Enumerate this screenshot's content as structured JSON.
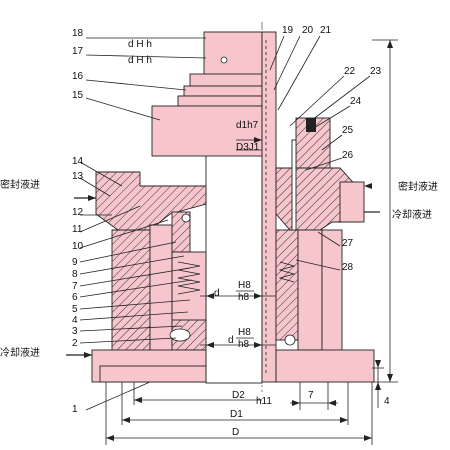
{
  "part_numbers": [
    "1",
    "2",
    "3",
    "4",
    "5",
    "6",
    "7",
    "8",
    "9",
    "10",
    "11",
    "12",
    "13",
    "14",
    "15",
    "16",
    "17",
    "18",
    "19",
    "20",
    "21",
    "22",
    "23",
    "24",
    "25",
    "26",
    "27",
    "28"
  ],
  "annotations": {
    "seal_fluid_in_left": "密封液进",
    "cooling_fluid_in_left": "冷却液进",
    "seal_fluid_in_right": "密封液进",
    "cooling_fluid_in_right": "冷却液进"
  },
  "dimensions": {
    "d_H_h_top": "d   H   h",
    "d_H_h_second": "d   H   h",
    "d1h7": "d1h7",
    "D3J1": "D3J1",
    "d_H8_h8_upper_d": "d",
    "d_H8_h8_upper_frac_top": "H8",
    "d_H8_h8_upper_frac_bottom": "h8",
    "d_H8_h8_lower_d": "d",
    "d_H8_h8_lower_frac_top": "H8",
    "d_H8_h8_lower_frac_bottom": "h8",
    "D2": "D2",
    "h11": "h11",
    "seven": "7",
    "four": "4",
    "D1": "D1",
    "D": "D"
  }
}
